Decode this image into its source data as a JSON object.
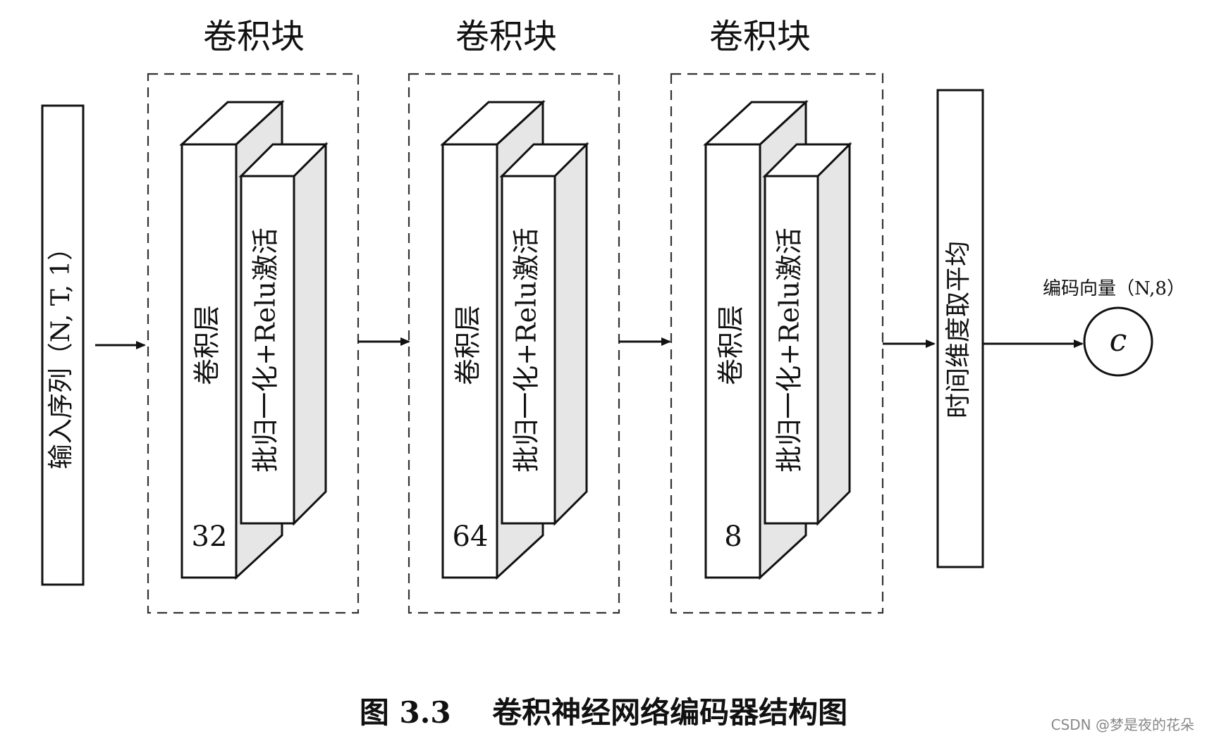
{
  "block_title": "卷积块",
  "input_label": "输入序列（N, T, 1）",
  "conv_layer_label": "卷积层",
  "bn_relu_label": "批归一化+Relu激活",
  "block_filters": [
    "32",
    "64",
    "8"
  ],
  "pooling_label": "时间维度取平均",
  "output_label": "编码向量（N,8）",
  "output_symbol": "c",
  "caption": {
    "number": "图 3.3",
    "title": "卷积神经网络编码器结构图"
  },
  "watermark": "CSDN @梦是夜的花朵"
}
